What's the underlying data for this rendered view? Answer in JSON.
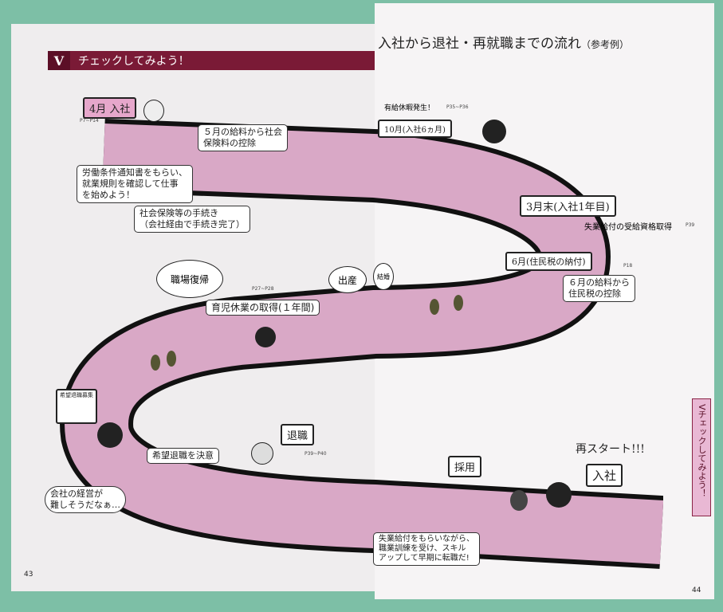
{
  "left_page": {
    "section_number": "V",
    "section_title": "チェックしてみよう！",
    "page_number": "43"
  },
  "right_page": {
    "title": "入社から退社・再就職までの流れ",
    "title_note": "（参考例）",
    "side_tab": "Vチェックしてみよう！",
    "page_number": "44"
  },
  "signs": {
    "april": "4月 入社",
    "october": "10月(入社6ヵ月)",
    "october_note": "有給休暇発生！",
    "march": "3月末(入社1年目)",
    "june": "6月(住民税の納付)",
    "retire": "退職",
    "hire": "採用",
    "join": "入社",
    "recruit_notice": "希望退職募集"
  },
  "refs": {
    "april": "P7~P14",
    "october": "P35~P36",
    "march": "P39",
    "june": "P18",
    "childcare": "P27~P28",
    "retire": "P39~P40"
  },
  "boxes": {
    "may_salary": "５月の給料から社会\n保険料の控除",
    "contract": "労働条件通知書をもらい、\n就業規則を確認して仕事\nを始めよう！",
    "insurance": "社会保険等の手続き\n（会社経由で手続き完了）",
    "unemployment_eligibility": "失業給付の受給資格取得",
    "june_salary": "６月の給料から\n住民税の控除",
    "childcare": "育児休業の取得(１年間)",
    "retire_decision": "希望退職を決意",
    "company_worry": "会社の経営が\n難しそうだなぁ…",
    "reemployment": "失業給付をもらいながら、\n職業訓練を受け、スキル\nアップして早期に転職だ!"
  },
  "bubbles": {
    "return_to_work": "職場復帰",
    "birth": "出産",
    "marriage": "結婚"
  },
  "restart": "再スタート!!!",
  "colors": {
    "road": "#d9a8c6",
    "header": "#7a1a36",
    "background": "#7dbfa6"
  }
}
